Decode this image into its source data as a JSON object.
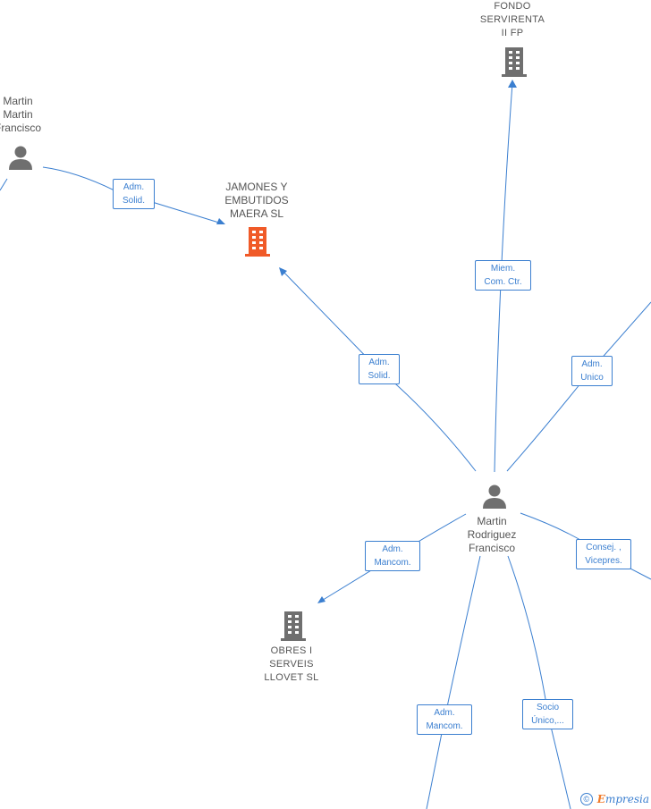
{
  "nodes": {
    "fondo_servirenta": {
      "lines": [
        "FONDO",
        "SERVIRENTA",
        "II FP"
      ],
      "type": "company",
      "icon": "building-icon",
      "color": "#6f6f6f"
    },
    "martin_martin": {
      "lines": [
        "Martin",
        "Martin",
        "Francisco"
      ],
      "type": "person",
      "icon": "person-icon",
      "color": "#6f6f6f"
    },
    "jamones": {
      "lines": [
        "JAMONES Y",
        "EMBUTIDOS",
        "MAERA SL"
      ],
      "type": "company",
      "icon": "building-icon",
      "color": "#f05a28"
    },
    "martin_rodriguez": {
      "lines": [
        "Martin",
        "Rodriguez",
        "Francisco"
      ],
      "type": "person",
      "icon": "person-icon",
      "color": "#6f6f6f"
    },
    "obres": {
      "lines": [
        "OBRES I",
        "SERVEIS",
        "LLOVET SL"
      ],
      "type": "company",
      "icon": "building-icon",
      "color": "#6f6f6f"
    }
  },
  "relations": {
    "r_adm_solid_left": [
      "Adm.",
      "Solid."
    ],
    "r_miem": [
      "Miem.",
      "Com. Ctr."
    ],
    "r_adm_solid_center": [
      "Adm.",
      "Solid."
    ],
    "r_adm_unico": [
      "Adm.",
      "Unico"
    ],
    "r_consej": [
      "Consej. ,",
      "Vicepres."
    ],
    "r_adm_mancom_left": [
      "Adm.",
      "Mancom."
    ],
    "r_adm_mancom_bottom": [
      "Adm.",
      "Mancom."
    ],
    "r_socio": [
      "Socio",
      "Único,..."
    ]
  },
  "footer": {
    "copyright": "©",
    "brand_initial": "E",
    "brand_rest": "mpresia"
  },
  "colors": {
    "edge": "#3b7fd0",
    "highlight": "#f05a28",
    "node": "#6f6f6f"
  }
}
